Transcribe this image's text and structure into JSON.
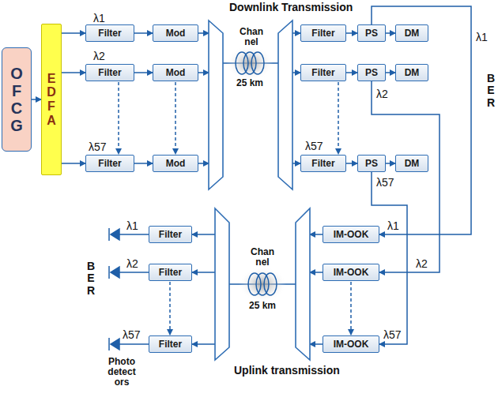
{
  "diagram": {
    "nodes": [
      {
        "text": [
          "OFCG"
        ]
      },
      {
        "text": [
          "EDFA"
        ]
      },
      {
        "text": [
          "Filter"
        ]
      },
      {
        "text": [
          "Mod"
        ]
      },
      {
        "text": [
          "Filter"
        ]
      },
      {
        "text": [
          "Mod"
        ]
      },
      {
        "text": [
          "Filter"
        ]
      },
      {
        "text": [
          "Mod"
        ]
      },
      {
        "text": [
          "Filter"
        ]
      },
      {
        "text": [
          "PS"
        ]
      },
      {
        "text": [
          "DM"
        ]
      },
      {
        "text": [
          "Filter"
        ]
      },
      {
        "text": [
          "PS"
        ]
      },
      {
        "text": [
          "DM"
        ]
      },
      {
        "text": [
          "Filter"
        ]
      },
      {
        "text": [
          "PS"
        ]
      },
      {
        "text": [
          "DM"
        ]
      },
      {
        "text": [
          "IM-OOK"
        ]
      },
      {
        "text": [
          "IM-OOK"
        ]
      },
      {
        "text": [
          "IM-OOK"
        ]
      },
      {
        "text": [
          "Filter"
        ]
      },
      {
        "text": [
          "Filter"
        ]
      },
      {
        "text": [
          "Filter"
        ]
      }
    ],
    "edges": [
      {
        "from": 0,
        "to": 1,
        "arrow": "to"
      },
      {
        "from": 1,
        "to": 2,
        "arrow": "to"
      },
      {
        "from": 1,
        "to": 4,
        "arrow": "to"
      },
      {
        "from": 1,
        "to": 6,
        "arrow": "to"
      },
      {
        "from": 2,
        "to": 3,
        "arrow": "to"
      },
      {
        "from": 4,
        "to": 5,
        "arrow": "to"
      },
      {
        "from": 6,
        "to": 7,
        "arrow": "to"
      },
      {
        "from": 8,
        "to": 9,
        "arrow": "to"
      },
      {
        "from": 9,
        "to": 10,
        "arrow": "to"
      },
      {
        "from": 11,
        "to": 12,
        "arrow": "to"
      },
      {
        "from": 12,
        "to": 13,
        "arrow": "to"
      },
      {
        "from": 14,
        "to": 15,
        "arrow": "to"
      },
      {
        "from": 15,
        "to": 16,
        "arrow": "to"
      },
      {
        "from": 9,
        "to": 17,
        "arrow": "to"
      },
      {
        "from": 12,
        "to": 18,
        "arrow": "to"
      },
      {
        "from": 15,
        "to": 19,
        "arrow": "to"
      }
    ],
    "labels": [
      "Downlink Transmission",
      "λ1",
      "λ2",
      "λ57",
      "Chan nel",
      "25 km",
      "λ1",
      "λ2",
      "λ57",
      "λ57",
      "BER",
      "λ1",
      "λ2",
      "λ57",
      "Chan nel",
      "25 km",
      "λ1",
      "λ2",
      "λ57",
      "BER",
      "Photo detect ors",
      "Uplink transmission"
    ]
  }
}
